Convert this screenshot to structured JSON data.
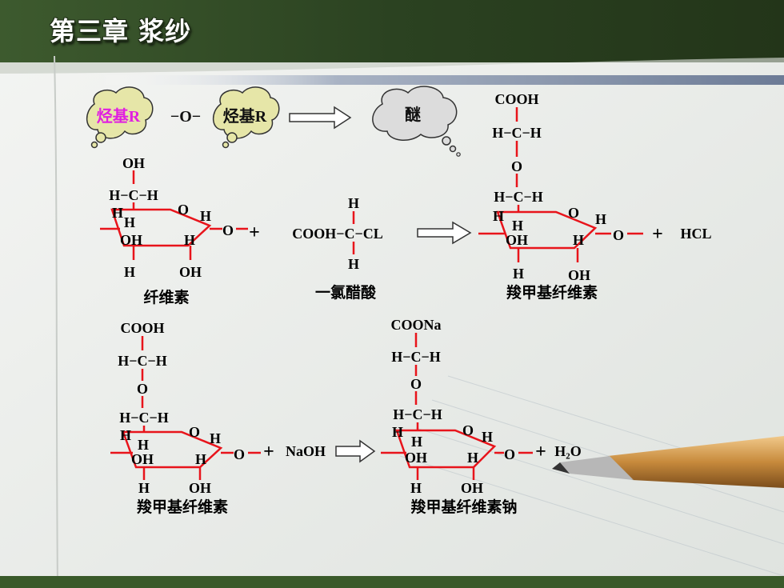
{
  "slide": {
    "title": "第三章  浆纱"
  },
  "ether_def": {
    "left_group": "烃基R",
    "link": "−O−",
    "right_group": "烃基R",
    "result": "醚"
  },
  "atoms": {
    "H": "H",
    "O": "O",
    "OH": "OH",
    "C": "C",
    "COOH": "COOH",
    "COONa": "COONa",
    "HCL": "HCL",
    "CL": "CL",
    "NaOH": "NaOH",
    "H2O": "H₂O",
    "plus": "+",
    "H_C_H": "H−C−H"
  },
  "reaction1": {
    "reactant1_label": "纤维素",
    "reactant2": "COOH−C−CL",
    "reactant2_label": "一氯醋酸",
    "product_label": "羧甲基纤维素",
    "byproduct": "HCL"
  },
  "reaction2": {
    "reactant_label": "羧甲基纤维素",
    "reagent": "NaOH",
    "product_label": "羧甲基纤维素钠",
    "byproduct": "H₂O"
  },
  "colors": {
    "bond": "#e8141b",
    "text": "#111111",
    "highlight": "#e020e0",
    "header": "#2f4a24",
    "cloud": "#dcdcdc",
    "group_cloud": "#e6e6a8"
  }
}
